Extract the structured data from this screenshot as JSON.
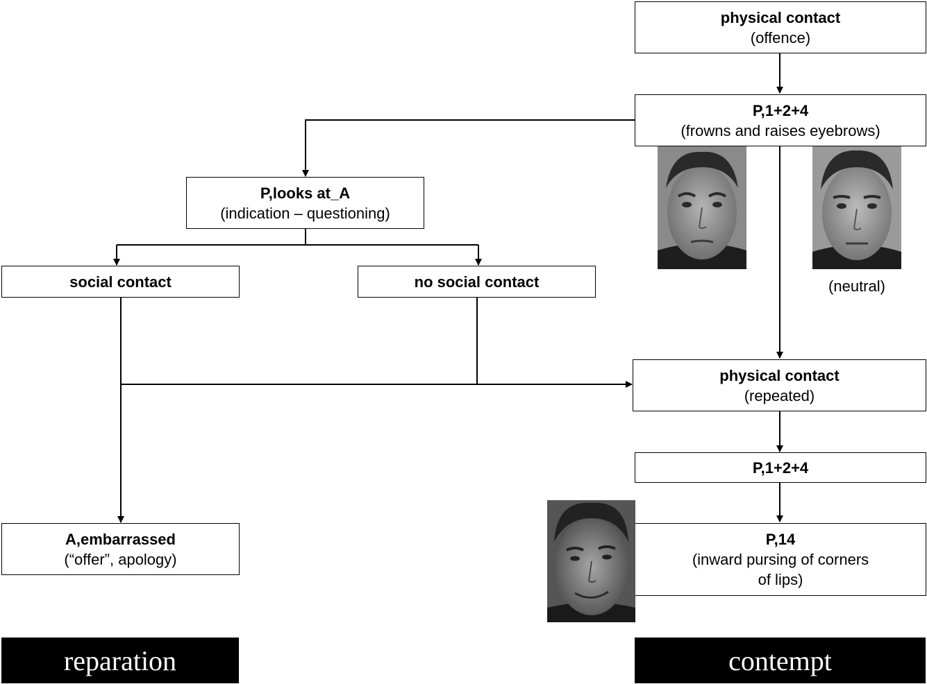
{
  "nodes": {
    "physical_contact_offence": {
      "title": "physical contact",
      "sub": "(offence)"
    },
    "p_124_top": {
      "title": "P,1+2+4",
      "sub": "(frowns and raises eyebrows)"
    },
    "p_looks_at_a": {
      "title": "P,looks at_A",
      "sub": "(indication – questioning)"
    },
    "social_contact": {
      "title": "social contact"
    },
    "no_social_contact": {
      "title": "no social contact"
    },
    "physical_contact_repeated": {
      "title": "physical contact",
      "sub": "(repeated)"
    },
    "p_124_bottom": {
      "title": "P,1+2+4"
    },
    "p_14": {
      "title": "P,14",
      "sub_line1": "(inward pursing of corners",
      "sub_line2": "of lips)"
    },
    "a_embarrassed": {
      "title": "A,embarrassed",
      "sub": "(“offer”, apology)"
    }
  },
  "captions": {
    "neutral": "(neutral)"
  },
  "banners": {
    "left": "reparation",
    "right": "contempt"
  },
  "photos": [
    {
      "name": "frowning-face-photo",
      "expression": "frowning"
    },
    {
      "name": "neutral-face-photo",
      "expression": "neutral"
    },
    {
      "name": "contempt-face-photo",
      "expression": "smirking"
    }
  ]
}
